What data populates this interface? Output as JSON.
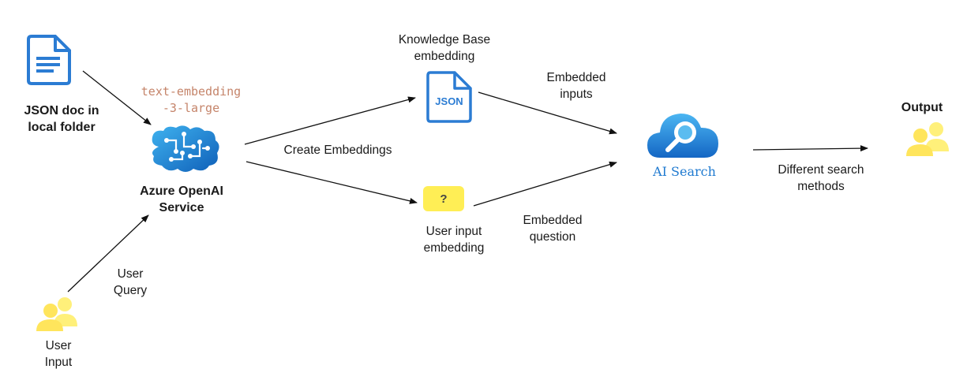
{
  "nodes": {
    "json_doc": {
      "label": "JSON doc in\nlocal folder"
    },
    "embedding_model": {
      "label": "text-embedding\n-3-large"
    },
    "openai": {
      "label": "Azure OpenAI\nService"
    },
    "user_input": {
      "label": "User\nInput"
    },
    "kb_embedding": {
      "label": "Knowledge Base\nembedding",
      "icon_text": "JSON"
    },
    "user_input_embedding": {
      "label": "User input\nembedding",
      "icon_text": "?"
    },
    "ai_search": {
      "label": "AI Search"
    },
    "output": {
      "label": "Output"
    }
  },
  "edges": {
    "user_query": "User\nQuery",
    "create_embeddings": "Create Embeddings",
    "embedded_inputs": "Embedded\ninputs",
    "embedded_question": "Embedded\nquestion",
    "search_methods": "Different search\nmethods"
  },
  "colors": {
    "doc_blue": "#2b7cd3",
    "person_yellow": "#ffe55c",
    "person_yellow_back": "#fff07a",
    "question_yellow": "#ffee55",
    "cloud_blue": "#1f7ad0",
    "model_text": "#c5846a"
  }
}
